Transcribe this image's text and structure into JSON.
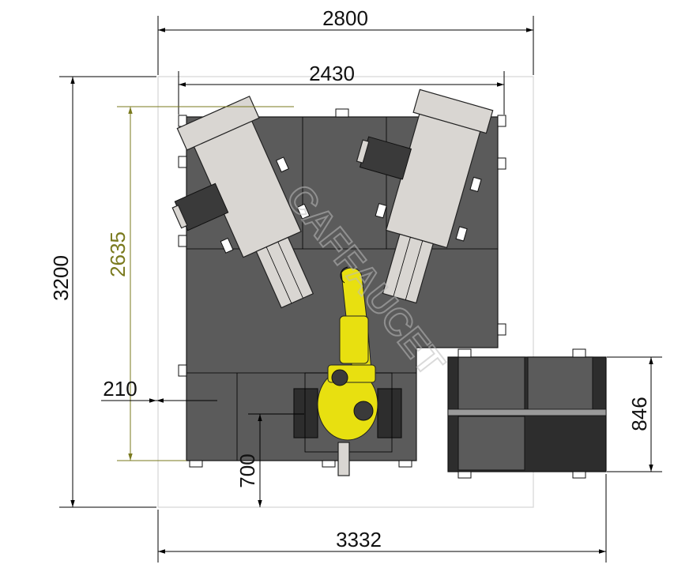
{
  "dimensions": {
    "overall_width": "2800",
    "inner_width": "2430",
    "total_length": "3332",
    "overall_height": "3200",
    "inner_height": "2635",
    "side_offset": "210",
    "bottom_offset": "700",
    "conveyor_depth": "846"
  },
  "watermark": "CAFFAUCET",
  "colors": {
    "plate": "#5b5b5b",
    "plate_dark": "#2d2d2d",
    "machine": "#d9d6d2",
    "robot": "#e8e010",
    "dim_green": "#7a7a1e"
  }
}
